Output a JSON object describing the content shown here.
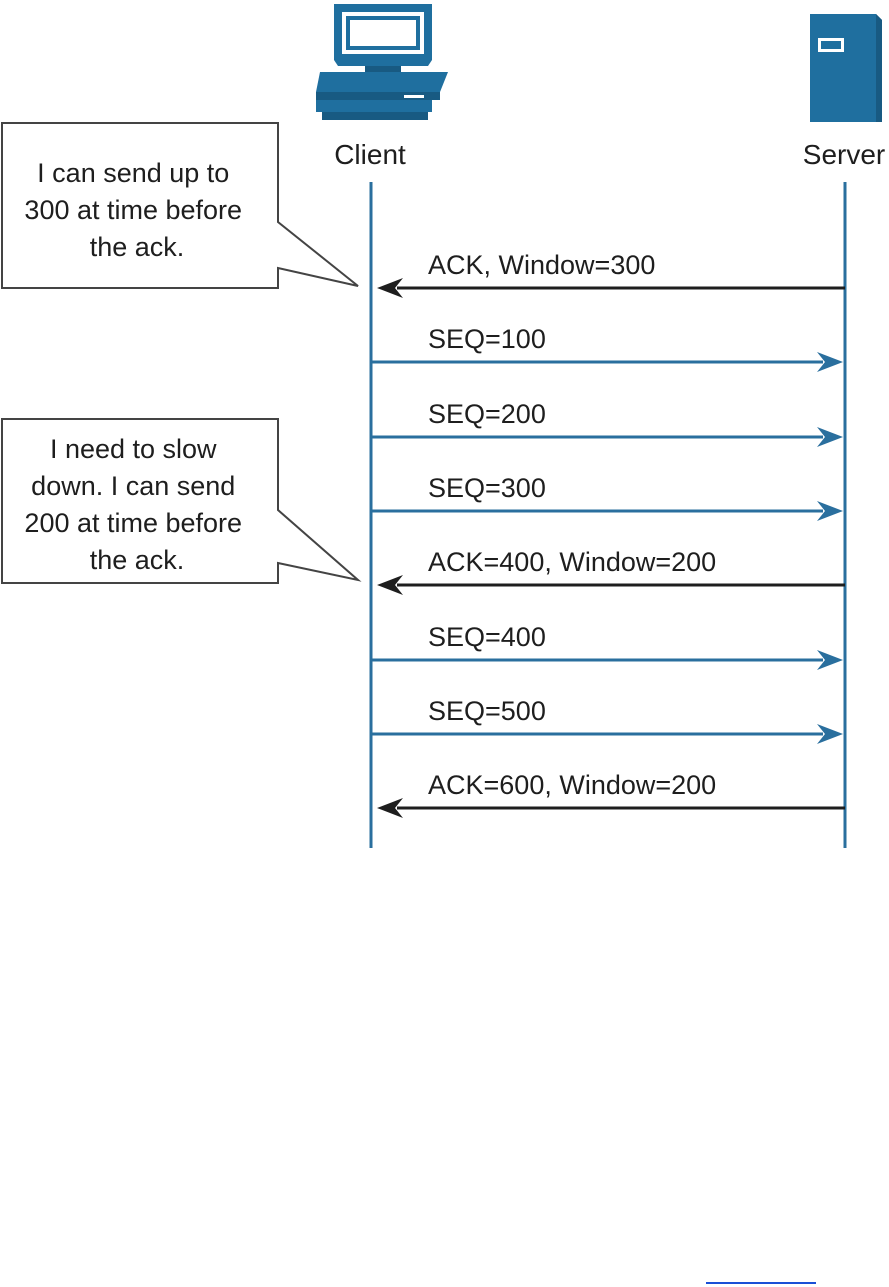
{
  "nodes": {
    "client": {
      "label": "Client"
    },
    "server": {
      "label": "Server"
    }
  },
  "messages": [
    {
      "from": "server",
      "to": "client",
      "label": "ACK, Window=300",
      "color": "#1e1e1e"
    },
    {
      "from": "client",
      "to": "server",
      "label": "SEQ=100",
      "color": "#2a6f9e"
    },
    {
      "from": "client",
      "to": "server",
      "label": "SEQ=200",
      "color": "#2a6f9e"
    },
    {
      "from": "client",
      "to": "server",
      "label": "SEQ=300",
      "color": "#2a6f9e"
    },
    {
      "from": "server",
      "to": "client",
      "label": "ACK=400, Window=200",
      "color": "#1e1e1e"
    },
    {
      "from": "client",
      "to": "server",
      "label": "SEQ=400",
      "color": "#2a6f9e"
    },
    {
      "from": "client",
      "to": "server",
      "label": "SEQ=500",
      "color": "#2a6f9e"
    },
    {
      "from": "server",
      "to": "client",
      "label": "ACK=600, Window=200",
      "color": "#1e1e1e"
    }
  ],
  "notes": [
    {
      "lines": [
        "I can send up to",
        "300 at time before",
        "the ack."
      ]
    },
    {
      "lines": [
        "I need to slow",
        "down. I can send",
        "200 at time before",
        "the ack."
      ]
    }
  ],
  "colors": {
    "lifeline": "#2a6f9e",
    "device": "#1f6f9f",
    "device_dark": "#185a82",
    "client_arrow": "#2a6f9e",
    "server_arrow": "#1e1e1e",
    "note_border": "#444444",
    "footer_link": "#1a4fd6"
  },
  "icons": {
    "client": "desktop-computer-icon",
    "server": "tower-server-icon"
  }
}
